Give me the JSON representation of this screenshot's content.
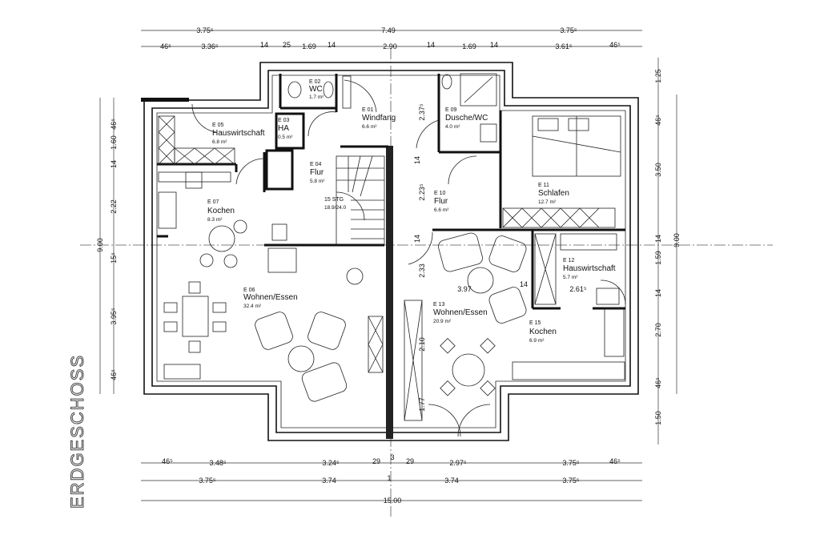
{
  "title": "ERDGESCHOSS",
  "rooms": [
    {
      "id": "E 05",
      "name": "Hauswirtschaft",
      "area": "6.8 m²"
    },
    {
      "id": "E 02",
      "name": "WC",
      "area": "1.7 m²"
    },
    {
      "id": "E 03",
      "name": "HA",
      "area": "0.5 m²"
    },
    {
      "id": "E 01",
      "name": "Windfang",
      "area": "6.6 m²"
    },
    {
      "id": "E 04",
      "name": "Flur",
      "area": "5.8 m²"
    },
    {
      "id": "15 STG",
      "name": "",
      "area": "18.9/24.0"
    },
    {
      "id": "E 07",
      "name": "Kochen",
      "area": "8.3 m²"
    },
    {
      "id": "E 06",
      "name": "Wohnen/Essen",
      "area": "32.4 m²"
    },
    {
      "id": "E 09",
      "name": "Dusche/WC",
      "area": "4.0 m²"
    },
    {
      "id": "E 10",
      "name": "Flur",
      "area": "6.6 m²"
    },
    {
      "id": "E 11",
      "name": "Schlafen",
      "area": "12.7 m²"
    },
    {
      "id": "E 12",
      "name": "Hauswirtschaft",
      "area": "5.7 m²"
    },
    {
      "id": "E 13",
      "name": "Wohnen/Essen",
      "area": "20.9 m²"
    },
    {
      "id": "E 15",
      "name": "Kochen",
      "area": "6.9 m²"
    }
  ],
  "dimensions": {
    "top_row1": [
      "3.75⁵",
      "7.49",
      "3.75⁵"
    ],
    "top_row2": [
      "46⁵",
      "3.36⁵",
      "14",
      "25",
      "1.69",
      "14",
      "2.90",
      "14",
      "1.69",
      "14",
      "3.61⁵",
      "46⁵"
    ],
    "bottom_row1": [
      "46⁵",
      "3.48⁵",
      "3.24⁵",
      "29",
      "3",
      "29",
      "2.97⁵",
      "3.75⁵",
      "46⁵"
    ],
    "bottom_row2": [
      "3.75⁵",
      "3.74",
      "1",
      "3.74",
      "3.75⁵"
    ],
    "bottom_total": "15.00",
    "left_outer": "9.00",
    "left_inner": [
      "46⁵",
      "1.60",
      "14",
      "2.22",
      "15⁵",
      "3.95⁵",
      "46⁵"
    ],
    "right_inner": [
      "1.25",
      "46⁵",
      "3.50",
      "14",
      "1.59",
      "14",
      "2.70",
      "46⁵",
      "1.50"
    ],
    "right_outer": "9.00",
    "interior": [
      "2.37⁵",
      "14",
      "2.23⁵",
      "14",
      "2.33",
      "3.97",
      "14",
      "2.61⁵",
      "2.10",
      "1.77"
    ]
  }
}
